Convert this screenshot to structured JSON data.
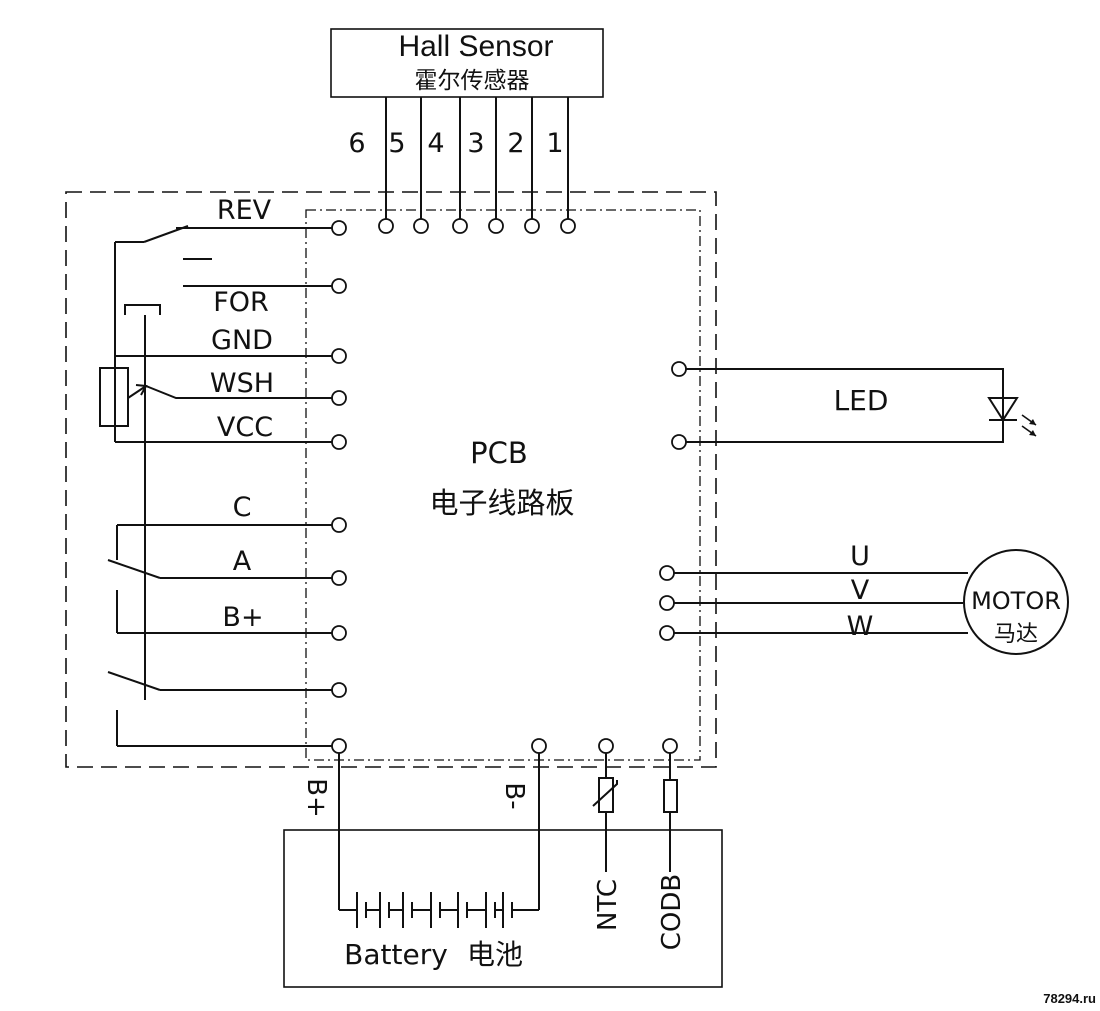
{
  "hall": {
    "title": "Hall Sensor",
    "subtitle": "霍尔传感器",
    "pins": [
      "6",
      "5",
      "4",
      "3",
      "2",
      "1"
    ]
  },
  "left_labels": {
    "rev": "REV",
    "for": "FOR",
    "gnd": "GND",
    "wsh": "WSH",
    "vcc": "VCC",
    "c": "C",
    "a": "A",
    "bplus": "B+"
  },
  "pcb": {
    "title": "PCB",
    "subtitle": "电子线路板"
  },
  "led": {
    "label": "LED"
  },
  "motor": {
    "title": "MOTOR",
    "subtitle": "马达",
    "phases": [
      "U",
      "V",
      "W"
    ]
  },
  "battery": {
    "label": "Battery",
    "label_cn": "电池",
    "pos": "B+",
    "neg": "B-"
  },
  "sensors": {
    "ntc": "NTC",
    "codb": "CODB"
  },
  "watermark": "78294.ru"
}
